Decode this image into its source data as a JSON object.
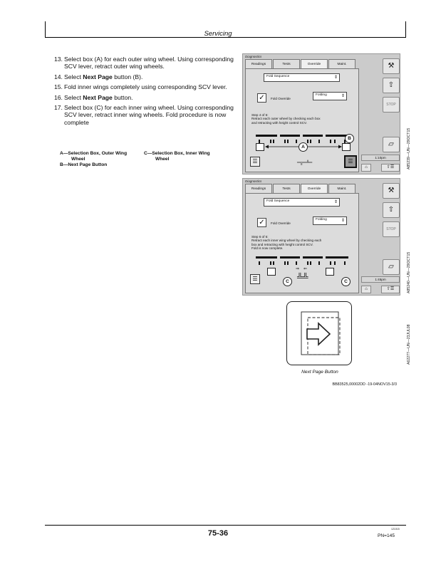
{
  "header": {
    "section_title": "Servicing"
  },
  "steps": [
    {
      "num": "13.",
      "parts": [
        "Select box (A) for each outer wing wheel.  Using corresponding SCV lever, retract outer wing wheels."
      ]
    },
    {
      "num": "14.",
      "pre": "Select ",
      "bold": "Next Page",
      "post": " button (B)."
    },
    {
      "num": "15.",
      "parts": [
        "Fold inner wings completely using corresponding SCV lever."
      ]
    },
    {
      "num": "16.",
      "pre": "Select ",
      "bold": "Next Page",
      "post": " button."
    },
    {
      "num": "17.",
      "parts": [
        "Select box (C) for each inner wing wheel.  Using corresponding SCV lever, retract inner wing wheels.  Fold procedure is now complete"
      ]
    }
  ],
  "legend": {
    "a": "A—Selection Box, Outer Wing",
    "a2": "Wheel",
    "c": "C—Selection Box, Inner Wing",
    "c2": "Wheel",
    "b": "B—Next Page Button"
  },
  "screen1": {
    "diag": "Diagnostics",
    "tabs": [
      "Readings",
      "Tests",
      "Override",
      "Maint."
    ],
    "dropdown": "Fold Sequence",
    "override_label": "Fold Override",
    "override_value": "Folding",
    "step_text_1": "Step 4 of 6:",
    "step_text_2": "Retract each outer wheel by checking each box",
    "step_text_3": "and retracting with height control SCV.",
    "time": "1:10pm",
    "callout_a": "A",
    "callout_b": "B",
    "caption": "A85239—UN—29OCT15"
  },
  "screen2": {
    "diag": "Diagnostics",
    "tabs": [
      "Readings",
      "Tests",
      "Override",
      "Maint."
    ],
    "dropdown": "Fold Sequence",
    "override_label": "Fold Override",
    "override_value": "Folding",
    "step_text_1": "Step 6 of 6:",
    "step_text_2": "Retract each inner wing wheel by checking each",
    "step_text_3": "box and retracting with height control SCV.",
    "step_text_4": "Fold is now complete.",
    "time": "1:45pm",
    "callout_c": "C",
    "caption": "A85240—UN—29OCT15"
  },
  "next_page": {
    "caption": "Next Page Button",
    "side_caption": "A62277—UN—23JUL08"
  },
  "footer": {
    "reference": "BB83525,00002DD -19-04NOV15-3/3",
    "page_number": "75-36",
    "code": "121015",
    "pn": "PN=145"
  }
}
